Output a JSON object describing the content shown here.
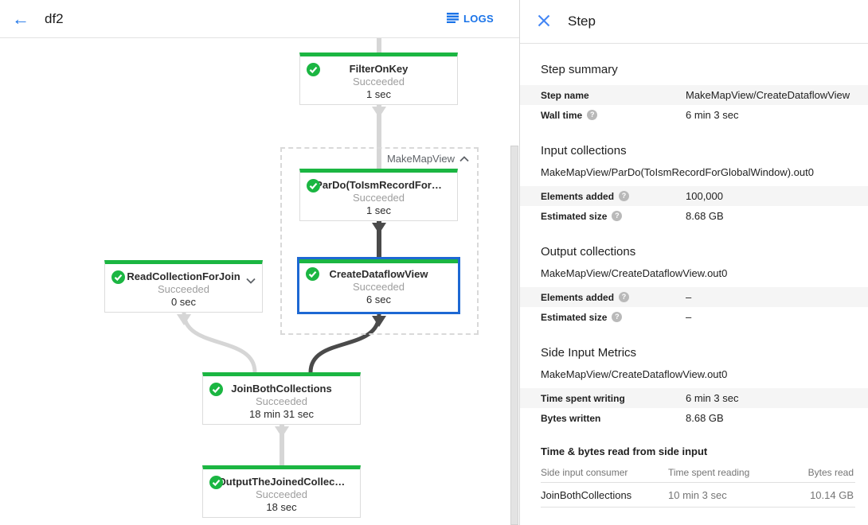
{
  "toolbar": {
    "title": "df2",
    "logs_label": "LOGS"
  },
  "panel": {
    "title": "Step",
    "step_summary": {
      "heading": "Step summary",
      "rows": [
        {
          "label": "Step name",
          "value": "MakeMapView/CreateDataflowView"
        },
        {
          "label": "Wall time",
          "value": "6 min 3 sec"
        }
      ]
    },
    "input_collections": {
      "heading": "Input collections",
      "collection": "MakeMapView/ParDo(ToIsmRecordForGlobalWindow).out0",
      "rows": [
        {
          "label": "Elements added",
          "value": "100,000"
        },
        {
          "label": "Estimated size",
          "value": "8.68 GB"
        }
      ]
    },
    "output_collections": {
      "heading": "Output collections",
      "collection": "MakeMapView/CreateDataflowView.out0",
      "rows": [
        {
          "label": "Elements added",
          "value": "–"
        },
        {
          "label": "Estimated size",
          "value": "–"
        }
      ]
    },
    "side_input_metrics": {
      "heading": "Side Input Metrics",
      "collection": "MakeMapView/CreateDataflowView.out0",
      "rows": [
        {
          "label": "Time spent writing",
          "value": "6 min 3 sec"
        },
        {
          "label": "Bytes written",
          "value": "8.68 GB"
        }
      ]
    },
    "side_input_table": {
      "heading": "Time & bytes read from side input",
      "columns": [
        "Side input consumer",
        "Time spent reading",
        "Bytes read"
      ],
      "rows": [
        [
          "JoinBothCollections",
          "10 min 3 sec",
          "10.14 GB"
        ]
      ]
    }
  },
  "graph": {
    "group_label": "MakeMapView",
    "nodes": {
      "filter": {
        "title": "FilterOnKey",
        "status": "Succeeded",
        "time": "1 sec"
      },
      "pardo": {
        "title": "ParDo(ToIsmRecordFor…",
        "status": "Succeeded",
        "time": "1 sec"
      },
      "create": {
        "title": "CreateDataflowView",
        "status": "Succeeded",
        "time": "6 sec"
      },
      "read": {
        "title": "ReadCollectionForJoin",
        "status": "Succeeded",
        "time": "0 sec"
      },
      "join": {
        "title": "JoinBothCollections",
        "status": "Succeeded",
        "time": "18 min 31 sec"
      },
      "output": {
        "title": "OutputTheJoinedCollec…",
        "status": "Succeeded",
        "time": "18 sec"
      }
    }
  },
  "colors": {
    "accent_blue": "#1a73e8",
    "success_green": "#1bb642",
    "edge_light": "#d6d6d6",
    "edge_dark": "#4a4a4a"
  }
}
